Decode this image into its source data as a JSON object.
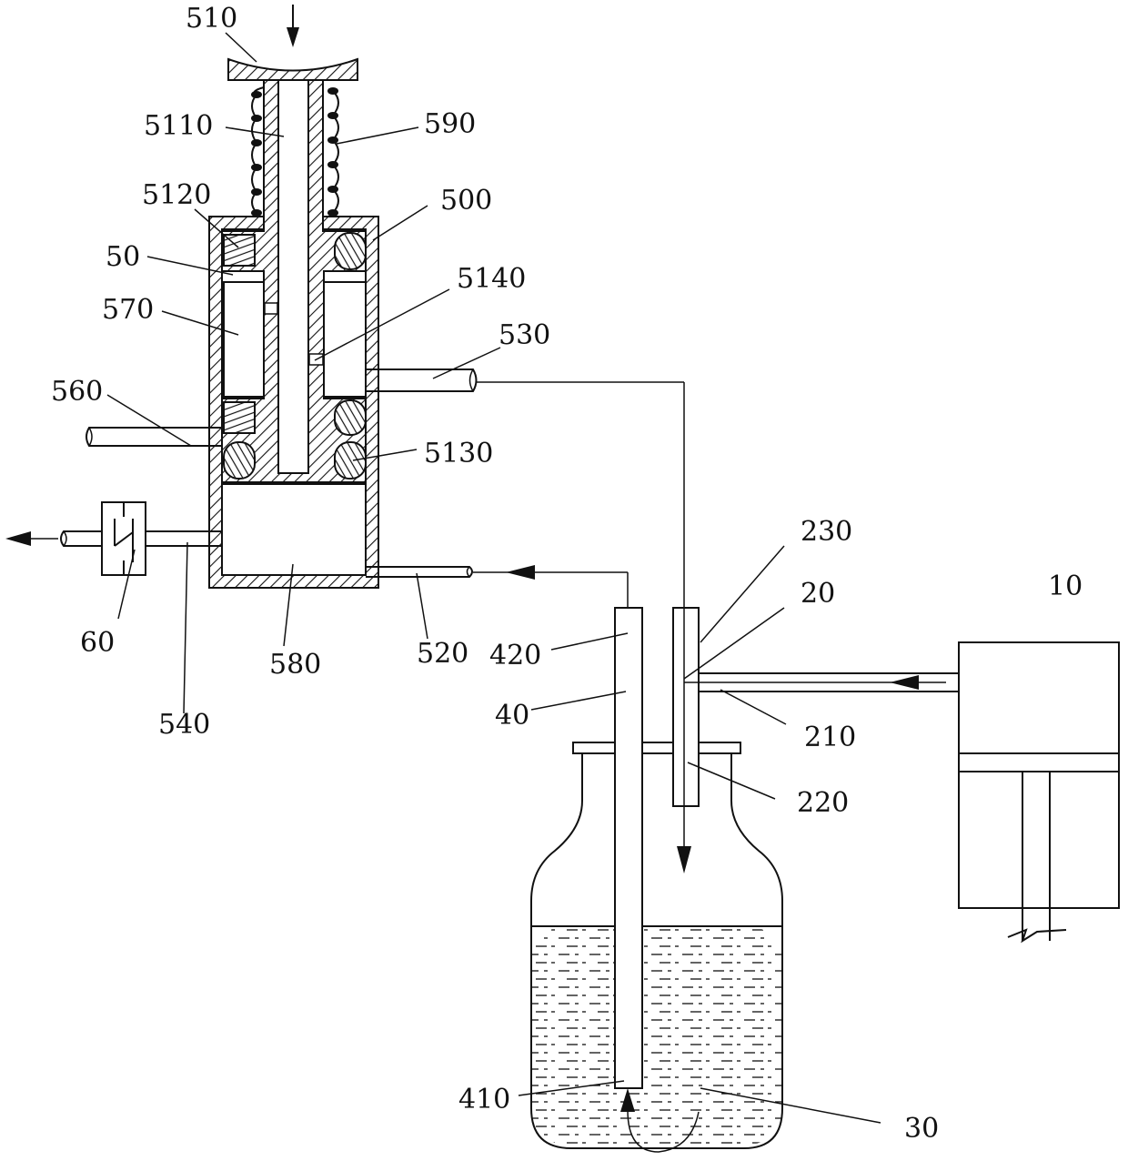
{
  "diagram": {
    "labels": {
      "l510": "510",
      "l5110": "5110",
      "l590": "590",
      "l5120": "5120",
      "l500": "500",
      "l50": "50",
      "l5140": "5140",
      "l570": "570",
      "l530": "530",
      "l560": "560",
      "l5130": "5130",
      "l230": "230",
      "l20": "20",
      "l10": "10",
      "l60": "60",
      "l580": "580",
      "l520": "520",
      "l420": "420",
      "l40": "40",
      "l210": "210",
      "l540": "540",
      "l220": "220",
      "l410": "410",
      "l30": "30"
    }
  },
  "colors": {
    "line": "#111111",
    "background": "#ffffff"
  }
}
